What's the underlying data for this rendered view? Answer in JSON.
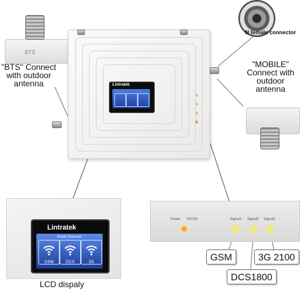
{
  "annotations": {
    "bts": "\"BTS\" Connect with outdoor antenna",
    "mobile": "\"MOBILE\" Connect with outdoor antenna",
    "n_connector": "N female connector",
    "lcd_caption": "LCD dispaly"
  },
  "antenna_labels": {
    "bts_plate_text": "BTS"
  },
  "lcd": {
    "brand": "Lintratek",
    "subtitle": "Mobile Repeater",
    "bands": [
      "GSM",
      "DCS",
      "3G"
    ]
  },
  "led_panel": {
    "labels": [
      "Power",
      "12V/2A",
      "Signal1",
      "Signal2",
      "Signal3"
    ]
  },
  "band_tags": [
    "GSM",
    "DCS1800",
    "3G 2100"
  ],
  "colors": {
    "lcd_blue": "#2f5fc8",
    "power_led": "#f2a64a",
    "signal_led": "#e9f07a"
  },
  "icons": [
    "wifi-signal-icon",
    "coaxial-connector-icon"
  ]
}
